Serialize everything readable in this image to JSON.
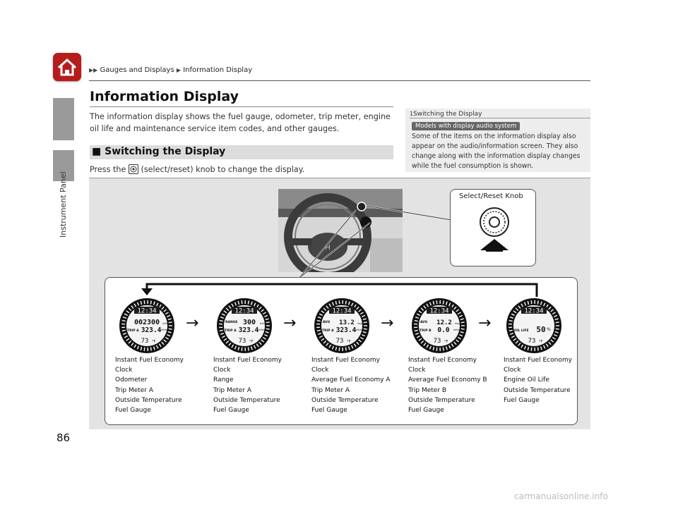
{
  "sidebar": {
    "home_icon": "home-icon",
    "section_label": "Instrument Panel"
  },
  "breadcrumb": {
    "items": [
      "Gauges and Displays",
      "Information Display"
    ]
  },
  "page": {
    "title": "Information Display",
    "intro": "The information display shows the fuel gauge, odometer, trip meter, engine oil life and maintenance service item codes, and other gauges.",
    "section_title": "Switching the Display",
    "press_before": "Press the",
    "press_after": "(select/reset) knob to change the display.",
    "page_number": "86"
  },
  "note": {
    "heading": "Switching the Display",
    "badge": "Models with display audio system",
    "text": "Some of the items on the information display also appear on the audio/information screen. They also change along with the information display changes while the fuel consumption is shown."
  },
  "illustration": {
    "callout_label": "Select/Reset Knob",
    "displays": [
      {
        "clock": "12:34",
        "temp": "73",
        "temp_unit": "°F",
        "line1_label": "",
        "line1_value": "002300",
        "line1_unit": "miles",
        "line2_label": "TRIP A",
        "line2_value": "323.4",
        "line2_unit": "miles",
        "labels": [
          "Instant Fuel Economy",
          "Clock",
          "Odometer",
          "Trip Meter A",
          "Outside Temperature",
          "Fuel Gauge"
        ]
      },
      {
        "clock": "12:34",
        "temp": "73",
        "temp_unit": "°F",
        "line1_label": "RANGE",
        "line1_value": "300",
        "line1_unit": "miles",
        "line2_label": "TRIP A",
        "line2_value": "323.4",
        "line2_unit": "miles",
        "labels": [
          "Instant Fuel Economy",
          "Clock",
          "Range",
          "Trip Meter A",
          "Outside Temperature",
          "Fuel Gauge"
        ]
      },
      {
        "clock": "12:34",
        "temp": "73",
        "temp_unit": "°F",
        "line1_label": "AVG",
        "line1_value": "13.2",
        "line1_unit": "mpg",
        "line2_label": "TRIP A",
        "line2_value": "323.4",
        "line2_unit": "miles",
        "labels": [
          "Instant Fuel Economy",
          "Clock",
          "Average Fuel Economy A",
          "Trip Meter A",
          "Outside Temperature",
          "Fuel Gauge"
        ]
      },
      {
        "clock": "12:34",
        "temp": "73",
        "temp_unit": "°F",
        "line1_label": "AVG",
        "line1_value": "12.2",
        "line1_unit": "mpg",
        "line2_label": "TRIP B",
        "line2_value": "0.0",
        "line2_unit": "miles",
        "labels": [
          "Instant Fuel Economy",
          "Clock",
          "Average Fuel Economy B",
          "Trip Meter B",
          "Outside Temperature",
          "Fuel Gauge"
        ]
      },
      {
        "clock": "12:34",
        "temp": "73",
        "temp_unit": "°F",
        "line1_label": "",
        "line1_value": "",
        "line1_unit": "",
        "line2_label": "OIL LIFE",
        "line2_value": "50",
        "line2_unit": "%",
        "labels": [
          "Instant Fuel Economy",
          "Clock",
          "Engine Oil Life",
          "Outside Temperature",
          "Fuel Gauge"
        ]
      }
    ]
  },
  "footer": {
    "watermark": "carmanualsonline.info"
  }
}
